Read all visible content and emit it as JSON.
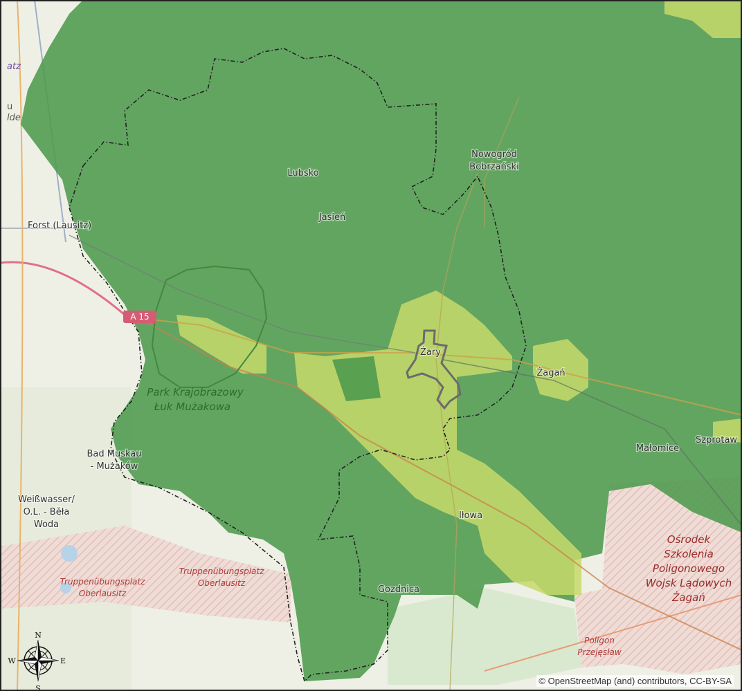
{
  "places": {
    "lubsko": "Lubsko",
    "jasien": "Jasień",
    "nowogrod_1": "Nowogród",
    "nowogrod_2": "Bobrzański",
    "forst": "Forst (Lausitz)",
    "zary": "Żary",
    "zagan": "Żagań",
    "szprotawa": "Szprotaw",
    "malomice": "Małomice",
    "ilowa": "Iłowa",
    "gozdnica": "Gozdnica",
    "bad_muskau_1": "Bad Muskau",
    "bad_muskau_2": "- Mużaków",
    "weisswasser_1": "Weißwasser/",
    "weisswasser_2": "O.L. - Běła",
    "weisswasser_3": "Woda",
    "edge_top": "atz",
    "edge_mid_1": "u",
    "edge_mid_2": "lde"
  },
  "park": {
    "line1": "Park Krajobrazowy",
    "line2": "Łuk Mużakowa"
  },
  "military": {
    "trupp_left_1": "Truppenübungsplatz",
    "trupp_left_2": "Oberlausitz",
    "trupp_mid_1": "Truppenübungsplatz",
    "trupp_mid_2": "Oberlausitz",
    "osrodek_1": "Ośrodek",
    "osrodek_2": "Szkolenia",
    "osrodek_3": "Poligonowego",
    "osrodek_4": "Wojsk Lądowych",
    "osrodek_5": "Żagań",
    "poligon_1": "Poligon",
    "poligon_2": "Przejęsław"
  },
  "road": {
    "shield": "A 15"
  },
  "compass": {
    "n": "N",
    "s": "S",
    "e": "E",
    "w": "W"
  },
  "attribution": "© OpenStreetMap (and) contributors, CC-BY-SA",
  "colors": {
    "dark_green": "#4f9a4f",
    "light_green": "#c7d96a",
    "base_map": "#eef0e6",
    "military_red": "#b03a3a"
  }
}
